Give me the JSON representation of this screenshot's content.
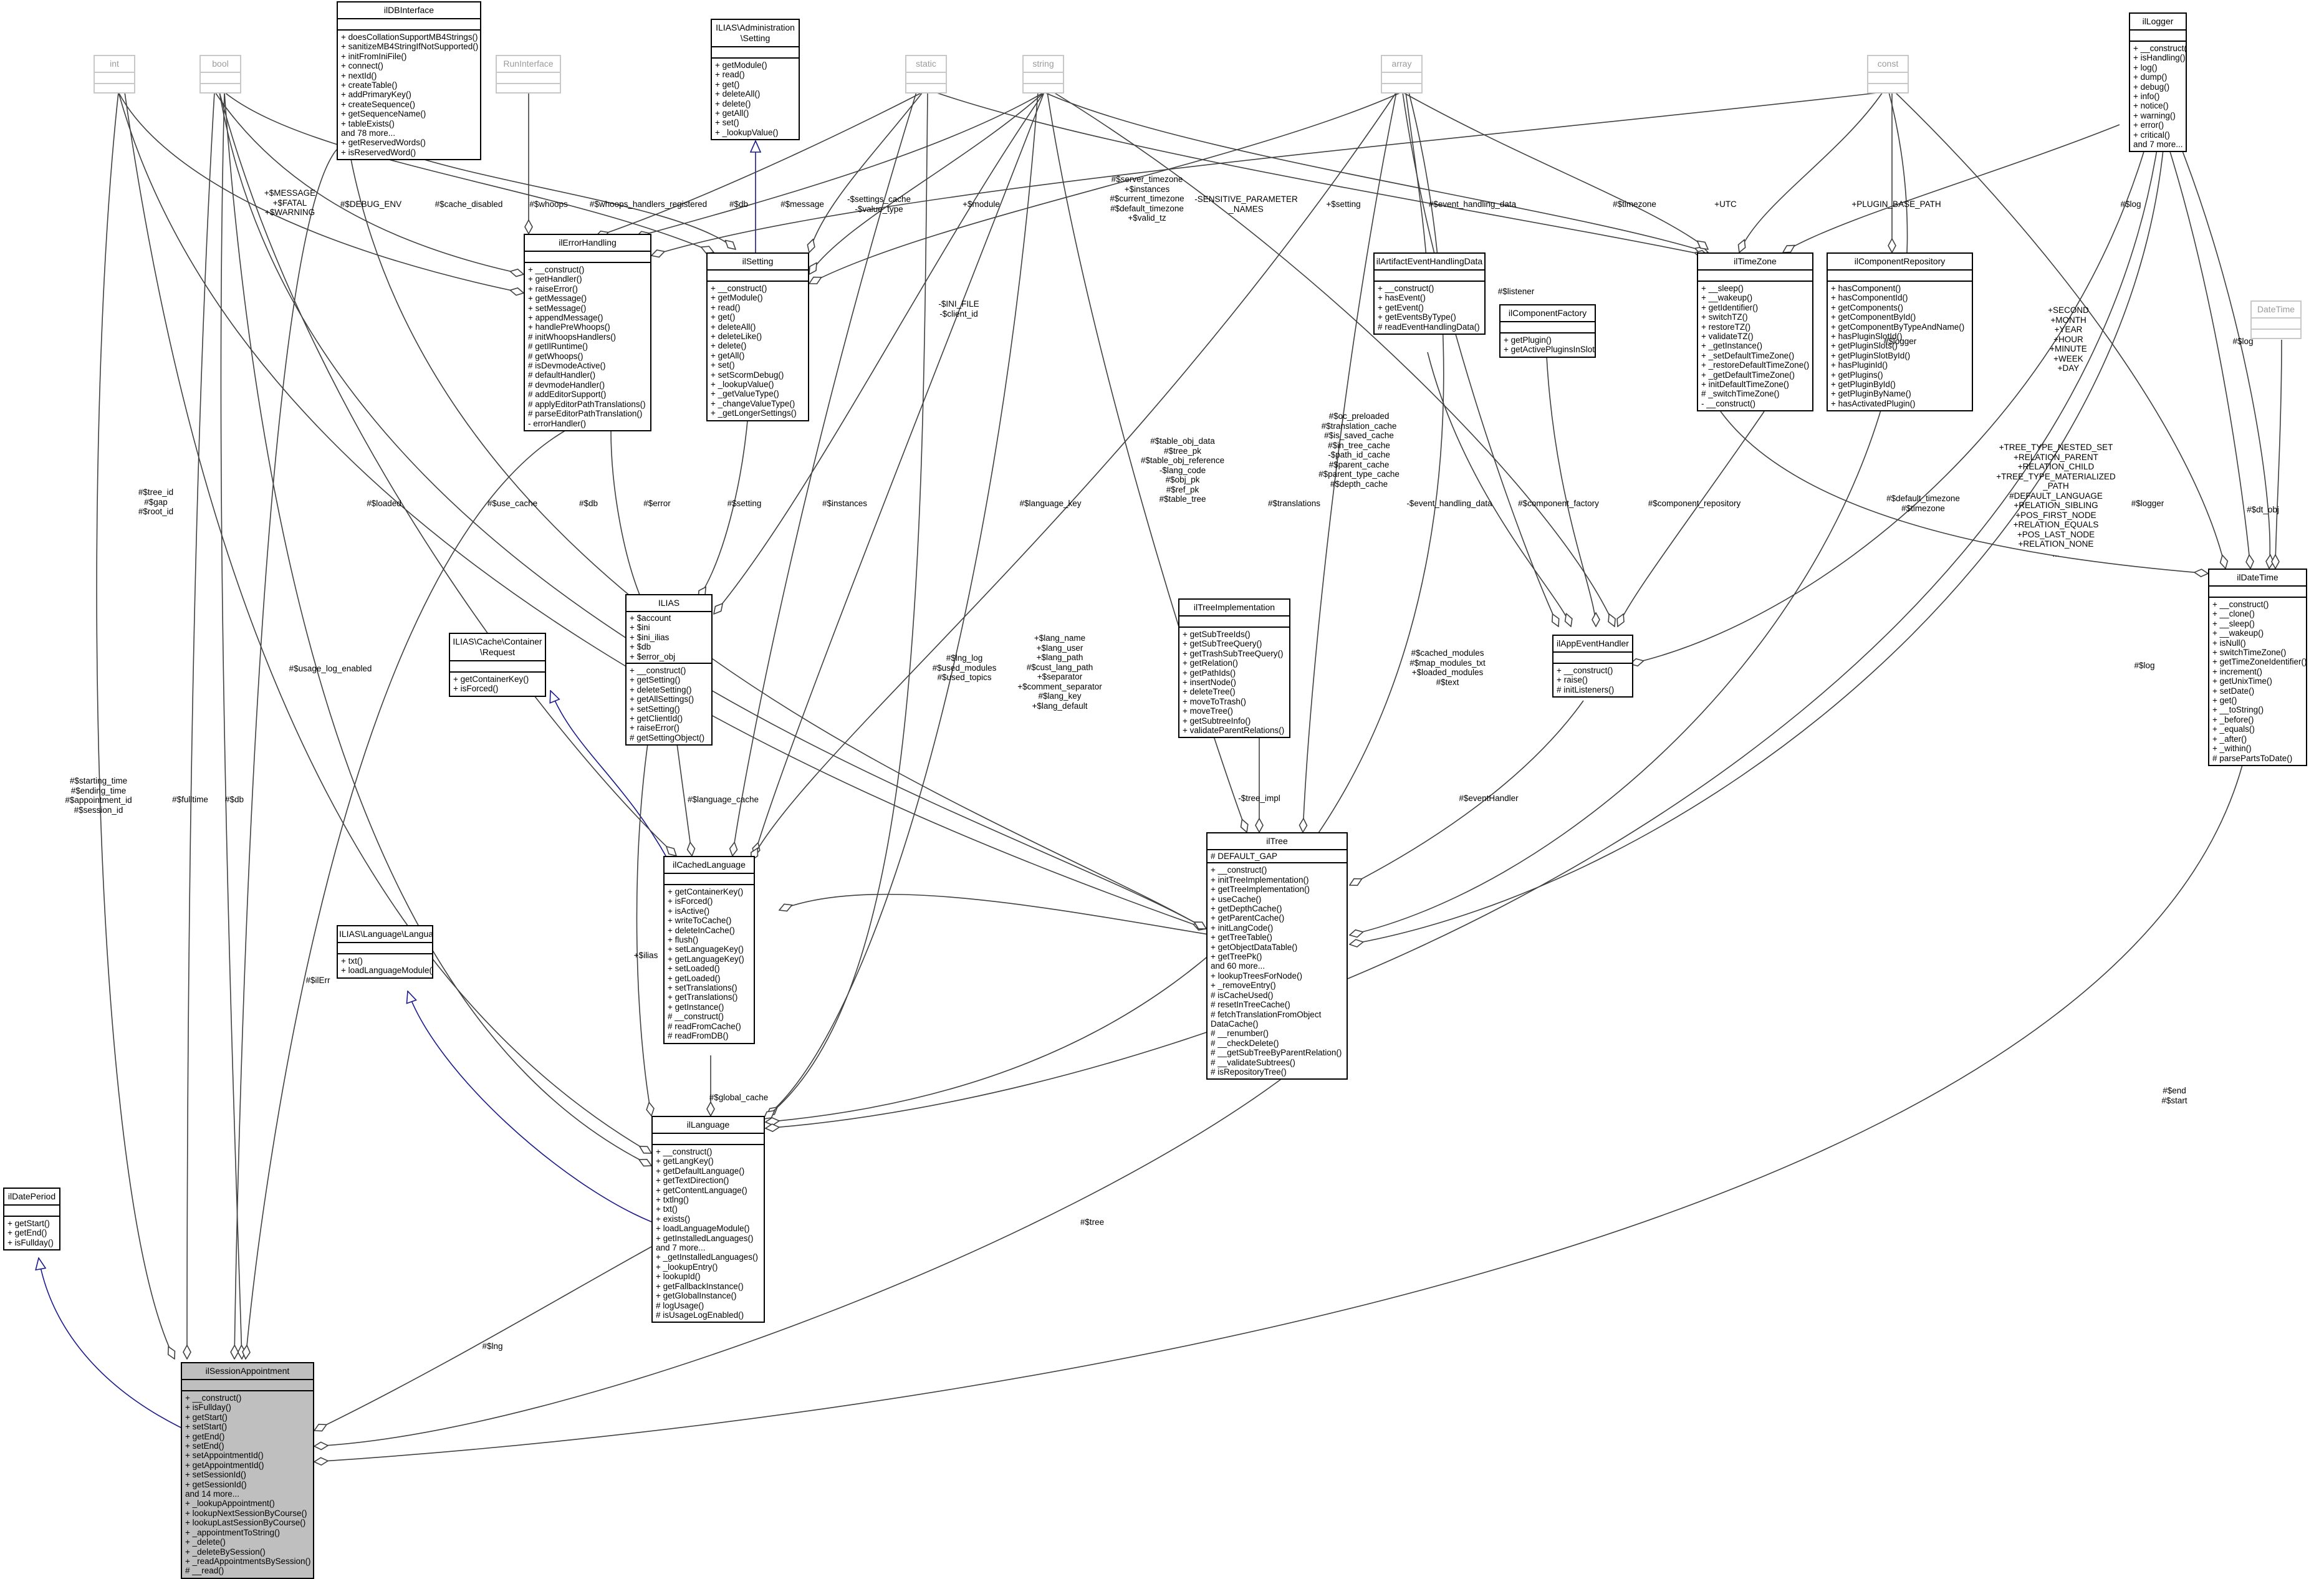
{
  "classes": {
    "ilDatePeriod": {
      "title": "ilDatePeriod",
      "attrs": [],
      "ops": [
        "+ getStart()",
        "+ getEnd()",
        "+ isFullday()"
      ]
    },
    "ilSessionAppointment": {
      "title": "ilSessionAppointment",
      "attrs": [],
      "ops": [
        "+ __construct()",
        "+ isFullday()",
        "+ getStart()",
        "+ setStart()",
        "+ getEnd()",
        "+ setEnd()",
        "+ setAppointmentId()",
        "+ getAppointmentId()",
        "+ setSessionId()",
        "+ getSessionId()",
        "and 14 more...",
        "+ _lookupAppointment()",
        "+ lookupNextSessionByCourse()",
        "+ lookupLastSessionByCourse()",
        "+ _appointmentToString()",
        "+ _delete()",
        "+ _deleteBySession()",
        "+ _readAppointmentsBySession()",
        "# __read()"
      ]
    },
    "int": {
      "title": "int",
      "attrs": [],
      "ops": []
    },
    "bool": {
      "title": "bool",
      "attrs": [],
      "ops": []
    },
    "ilDBInterface": {
      "title": "ilDBInterface",
      "attrs": [],
      "ops": [
        "+ doesCollationSupportMB4Strings()",
        "+ sanitizeMB4StringIfNotSupported()",
        "+ initFromIniFile()",
        "+ connect()",
        "+ nextId()",
        "+ createTable()",
        "+ addPrimaryKey()",
        "+ createSequence()",
        "+ getSequenceName()",
        "+ tableExists()",
        "and 78 more...",
        "+ getReservedWords()",
        "+ isReservedWord()"
      ]
    },
    "RunInterface": {
      "title": "RunInterface",
      "attrs": [],
      "ops": []
    },
    "ilErrorHandling": {
      "title": "ilErrorHandling",
      "attrs": [],
      "ops": [
        "+ __construct()",
        "+ getHandler()",
        "+ raiseError()",
        "+ getMessage()",
        "+ setMessage()",
        "+ appendMessage()",
        "+ handlePreWhoops()",
        "# initWhoopsHandlers()",
        "# getIlRuntime()",
        "# getWhoops()",
        "# isDevmodeActive()",
        "# defaultHandler()",
        "# devmodeHandler()",
        "# addEditorSupport()",
        "# applyEditorPathTranslations()",
        "# parseEditorPathTranslation()",
        "- errorHandler()"
      ]
    },
    "AdminSetting": {
      "title": "ILIAS\\Administration\n\\Setting",
      "attrs": [],
      "ops": [
        "+ getModule()",
        "+ read()",
        "+ get()",
        "+ deleteAll()",
        "+ delete()",
        "+ getAll()",
        "+ set()",
        "+ _lookupValue()"
      ]
    },
    "static": {
      "title": "static",
      "attrs": [],
      "ops": []
    },
    "string": {
      "title": "string",
      "attrs": [],
      "ops": []
    },
    "ilSetting": {
      "title": "ilSetting",
      "attrs": [],
      "ops": [
        "+ __construct()",
        "+ getModule()",
        "+ read()",
        "+ get()",
        "+ deleteAll()",
        "+ deleteLike()",
        "+ delete()",
        "+ getAll()",
        "+ set()",
        "+ setScormDebug()",
        "+ _lookupValue()",
        "+ _getValueType()",
        "+ _changeValueType()",
        "+ _getLongerSettings()"
      ]
    },
    "array": {
      "title": "array",
      "attrs": [],
      "ops": []
    },
    "const": {
      "title": "const",
      "attrs": [],
      "ops": []
    },
    "ilLogger": {
      "title": "ilLogger",
      "attrs": [],
      "ops": [
        "+ __construct()",
        "+ isHandling()",
        "+ log()",
        "+ dump()",
        "+ debug()",
        "+ info()",
        "+ notice()",
        "+ warning()",
        "+ error()",
        "+ critical()",
        "and 7 more..."
      ]
    },
    "ilTimeZone": {
      "title": "ilTimeZone",
      "attrs": [],
      "ops": [
        "+ __sleep()",
        "+ __wakeup()",
        "+ getIdentifier()",
        "+ switchTZ()",
        "+ restoreTZ()",
        "+ validateTZ()",
        "+ _getInstance()",
        "+ _setDefaultTimeZone()",
        "+ _restoreDefaultTimeZone()",
        "+ _getDefaultTimeZone()",
        "+ initDefaultTimeZone()",
        "# _switchTimeZone()",
        "- __construct()"
      ]
    },
    "ilComponentRepository": {
      "title": "ilComponentRepository",
      "attrs": [],
      "ops": [
        "+ hasComponent()",
        "+ hasComponentId()",
        "+ getComponents()",
        "+ getComponentById()",
        "+ getComponentByTypeAndName()",
        "+ hasPluginSlotId()",
        "+ getPluginSlots()",
        "+ getPluginSlotById()",
        "+ hasPluginId()",
        "+ getPlugins()",
        "+ getPluginById()",
        "+ getPluginByName()",
        "+ hasActivatedPlugin()"
      ]
    },
    "ilArtifactEventHandlingData": {
      "title": "ilArtifactEventHandlingData",
      "attrs": [],
      "ops": [
        "+ __construct()",
        "+ hasEvent()",
        "+ getEvent()",
        "+ getEventsByType()",
        "# readEventHandlingData()"
      ]
    },
    "ilComponentFactory": {
      "title": "ilComponentFactory",
      "attrs": [],
      "ops": [
        "+ getPlugin()",
        "+ getActivePluginsInSlot()"
      ]
    },
    "DateTime": {
      "title": "DateTime",
      "attrs": [],
      "ops": []
    },
    "ILIAS": {
      "title": "ILIAS",
      "attrs": [
        "+ $account",
        "+ $ini",
        "+ $ini_ilias",
        "+ $db",
        "+ $error_obj"
      ],
      "ops": [
        "+ __construct()",
        "+ getSetting()",
        "+ deleteSetting()",
        "+ getAllSettings()",
        "+ setSetting()",
        "+ getClientId()",
        "+ raiseError()",
        "# getSettingObject()"
      ]
    },
    "CacheRequest": {
      "title": "ILIAS\\Cache\\Container\n\\Request",
      "attrs": [],
      "ops": [
        "+ getContainerKey()",
        "+ isForced()"
      ]
    },
    "ilTreeImplementation": {
      "title": "ilTreeImplementation",
      "attrs": [],
      "ops": [
        "+ getSubTreeIds()",
        "+ getSubTreeQuery()",
        "+ getTrashSubTreeQuery()",
        "+ getRelation()",
        "+ getPathIds()",
        "+ insertNode()",
        "+ deleteTree()",
        "+ moveToTrash()",
        "+ moveTree()",
        "+ getSubtreeInfo()",
        "+ validateParentRelations()"
      ]
    },
    "ilAppEventHandler": {
      "title": "ilAppEventHandler",
      "attrs": [],
      "ops": [
        "+ __construct()",
        "+ raise()",
        "# initListeners()"
      ]
    },
    "ilDateTime": {
      "title": "ilDateTime",
      "attrs": [],
      "ops": [
        "+ __construct()",
        "+ __clone()",
        "+ __sleep()",
        "+ __wakeup()",
        "+ isNull()",
        "+ switchTimeZone()",
        "+ getTimeZoneIdentifier()",
        "+ increment()",
        "+ getUnixTime()",
        "+ setDate()",
        "+ get()",
        "+ __toString()",
        "+ _before()",
        "+ _equals()",
        "+ _after()",
        "+ _within()",
        "# parsePartsToDate()"
      ]
    },
    "ilCachedLanguage": {
      "title": "ilCachedLanguage",
      "attrs": [],
      "ops": [
        "+ getContainerKey()",
        "+ isForced()",
        "+ isActive()",
        "+ writeToCache()",
        "+ deleteInCache()",
        "+ flush()",
        "+ setLanguageKey()",
        "+ getLanguageKey()",
        "+ setLoaded()",
        "+ getLoaded()",
        "+ setTranslations()",
        "+ getTranslations()",
        "+ getInstance()",
        "# __construct()",
        "# readFromCache()",
        "# readFromDB()"
      ]
    },
    "ilTree": {
      "title": "ilTree",
      "attrs": [
        "# DEFAULT_GAP"
      ],
      "ops": [
        "+ __construct()",
        "+ initTreeImplementation()",
        "+ getTreeImplementation()",
        "+ useCache()",
        "+ getDepthCache()",
        "+ getParentCache()",
        "+ initLangCode()",
        "+ getTreeTable()",
        "+ getObjectDataTable()",
        "+ getTreePk()",
        "and 60 more...",
        "+ lookupTreesForNode()",
        "+ _removeEntry()",
        "# isCacheUsed()",
        "# resetInTreeCache()",
        "# fetchTranslationFromObject",
        "DataCache()",
        "# __renumber()",
        "# __checkDelete()",
        "# __getSubTreeByParentRelation()",
        "# __validateSubtrees()",
        "# isRepositoryTree()"
      ]
    },
    "LangLanguage": {
      "title": "ILIAS\\Language\\Language",
      "attrs": [],
      "ops": [
        "+ txt()",
        "+ loadLanguageModule()"
      ]
    },
    "ilLanguage": {
      "title": "ilLanguage",
      "attrs": [],
      "ops": [
        "+ __construct()",
        "+ getLangKey()",
        "+ getDefaultLanguage()",
        "+ getTextDirection()",
        "+ getContentLanguage()",
        "+ txtlng()",
        "+ txt()",
        "+ exists()",
        "+ loadLanguageModule()",
        "+ getInstalledLanguages()",
        "and 7 more...",
        "+ _getInstalledLanguages()",
        "+ _lookupEntry()",
        "+ lookupId()",
        "+ getFallbackInstance()",
        "+ getGlobalInstance()",
        "# logUsage()",
        "# isUsageLogEnabled()"
      ]
    }
  },
  "labels": {
    "message_fatal": "+$MESSAGE\n+$FATAL\n+$WARNING",
    "debug_env": "#$DEBUG_ENV",
    "cache_disabled": "#$cache_disabled",
    "whoops": "#$whoops",
    "whoops_registered": "#$whoops_handlers_registered",
    "db_setting": "#$db",
    "message": "#$message",
    "settings_cache": "-$settings_cache\n-$value_type",
    "module": "+$module",
    "server_tz": "#$server_timezone\n+$instances\n#$current_timezone\n#$default_timezone\n+$valid_tz",
    "sensitive": "-SENSITIVE_PARAMETER\n_NAMES",
    "setting_tz": "+$setting",
    "timezone": "#$timezone",
    "event_handling_data": "#$event_handling_data",
    "utc": "+UTC",
    "plugin_base_path": "+PLUGIN_BASE_PATH",
    "log_tz": "#$log",
    "second_month": "+SECOND\n+MONTH\n+YEAR\n+HOUR\n+MINUTE\n+WEEK\n+DAY",
    "log_dt": "#$log",
    "dt_obj": "#$dt_obj",
    "tree_id": "#$tree_id\n#$gap\n#$root_id",
    "loaded": "#$loaded",
    "use_cache": "#$use_cache",
    "db_tree": "#$db",
    "instances": "#$instances",
    "error": "#$error",
    "setting": "#$setting",
    "ini_file": "-$INI_FILE\n-$client_id",
    "language_key": "#$language_key",
    "table_obj_data": "#$table_obj_data\n#$tree_pk\n#$table_obj_reference\n-$lang_code\n#$obj_pk\n#$ref_pk\n#$table_tree",
    "translations": "#$translations",
    "oc_preloaded": "#$oc_preloaded\n#$translation_cache\n#$is_saved_cache\n#$in_tree_cache\n-$path_id_cache\n#$parent_cache\n#$parent_type_cache\n#$depth_cache",
    "listener": "#$listener",
    "event_handling_data2": "-$event_handling_data",
    "component_factory": "#$component_factory",
    "component_repository": "#$component_repository",
    "logger_appevt": "#$logger",
    "tree_type_nested": "+TREE_TYPE_NESTED_SET\n+RELATION_PARENT\n+RELATION_CHILD\n+TREE_TYPE_MATERIALIZED\n_PATH\n#DEFAULT_LANGUAGE\n+RELATION_SIBLING\n+POS_FIRST_NODE\n+RELATION_EQUALS\n+POS_LAST_NODE\n+RELATION_NONE\n...",
    "default_timezone": "#$default_timezone\n#$timezone",
    "logger_tree": "#$logger",
    "usage_log_enabled": "#$usage_log_enabled",
    "lng_log": "#$lng_log\n#$used_modules\n#$used_topics",
    "lang_name": "+$lang_name\n+$lang_user\n+$lang_path\n#$cust_lang_path\n+$separator\n+$comment_separator\n#$lang_key\n+$lang_default",
    "language_cache": "#$language_cache",
    "tree_impl": "-$tree_impl",
    "cached_modules": "#$cached_modules\n#$map_modules_txt\n+$loaded_modules\n#$text",
    "event_handler": "#$eventHandler",
    "log_lang": "#$log",
    "starting_time": "#$starting_time\n#$ending_time\n#$appointment_id\n#$session_id",
    "fulltime": "#$fulltime",
    "db_lang": "#$db",
    "ilerr": "#$ilErr",
    "ilias": "+$ilias",
    "global_cache": "#$global_cache",
    "tree": "#$tree",
    "lng": "#$lng",
    "end_start": "#$end\n#$start"
  },
  "colors": {
    "focus_fill": "#bfbfbf",
    "edge": "#404040",
    "inherit": "#1a1a8c",
    "ghost_border": "#c8c8c8"
  }
}
